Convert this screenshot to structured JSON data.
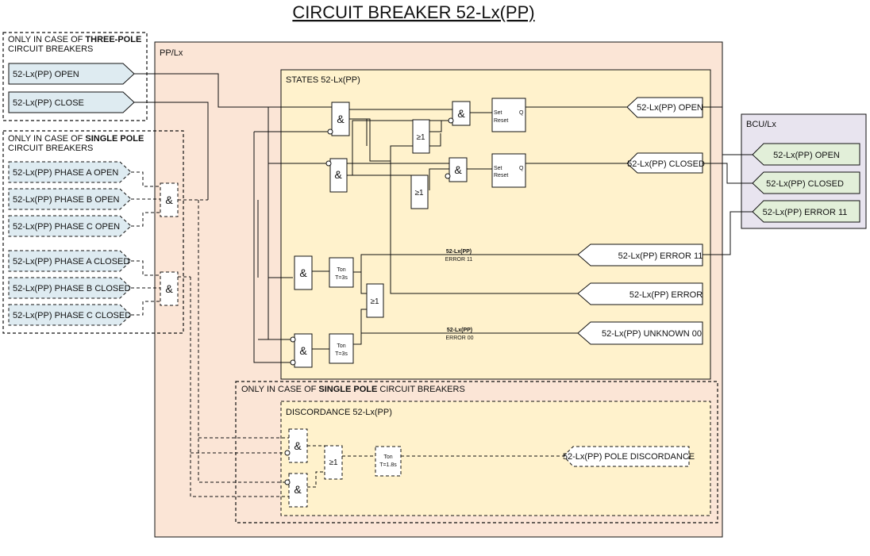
{
  "title": "CIRCUIT BREAKER 52-Lx(PP)",
  "colors": {
    "pp_panel": "#fbe5d6",
    "states_panel": "#fff2cc",
    "bcu_panel": "#e8e4ef",
    "input_fill": "#deebf1",
    "bcu_output_fill": "#e2efd9",
    "output_fill": "#ffffff"
  },
  "three_pole": {
    "caption_prefix": "ONLY IN CASE OF ",
    "caption_bold": "THREE-POLE",
    "caption_line2": "CIRCUIT BREAKERS",
    "inputs": [
      "52-Lx(PP) OPEN",
      "52-Lx(PP) CLOSE"
    ]
  },
  "single_pole": {
    "caption_prefix": "ONLY IN CASE OF ",
    "caption_bold": "SINGLE POLE",
    "caption_line2": "CIRCUIT BREAKERS",
    "inputs": [
      "52-Lx(PP) PHASE A OPEN",
      "52-Lx(PP) PHASE B OPEN",
      "52-Lx(PP) PHASE C OPEN",
      "52-Lx(PP) PHASE A CLOSED",
      "52-Lx(PP) PHASE B CLOSED",
      "52-Lx(PP) PHASE C CLOSED"
    ]
  },
  "pp_label": "PP/Lx",
  "states": {
    "label": "STATES 52-Lx(PP)",
    "outputs": [
      "52-Lx(PP) OPEN",
      "52-Lx(PP) CLOSED",
      "52-Lx(PP) ERROR 11",
      "52-Lx(PP) ERROR",
      "52-Lx(PP) UNKNOWN 00"
    ],
    "wire_label_error11": [
      "52-Lx(PP)",
      "ERROR 11"
    ],
    "wire_label_error00": [
      "52-Lx(PP)",
      "ERROR 00"
    ]
  },
  "gates": {
    "and": "&",
    "or": "≥1",
    "set": "Set",
    "reset": "Reset",
    "q": "Q",
    "ton": "Ton",
    "t3": "T=3s",
    "t18": "T=1.8s"
  },
  "bcu": {
    "label": "BCU/Lx",
    "outputs": [
      "52-Lx(PP) OPEN",
      "52-Lx(PP) CLOSED",
      "52-Lx(PP) ERROR 11"
    ]
  },
  "single_pole_section": {
    "caption_prefix": "ONLY IN CASE OF ",
    "caption_bold": "SINGLE POLE",
    "caption_suffix": " CIRCUIT BREAKERS"
  },
  "discordance": {
    "label_prefix": "DISCORDANCE ",
    "label_suffix": "52-Lx(PP)",
    "output": "52-Lx(PP) POLE DISCORDANCE"
  }
}
